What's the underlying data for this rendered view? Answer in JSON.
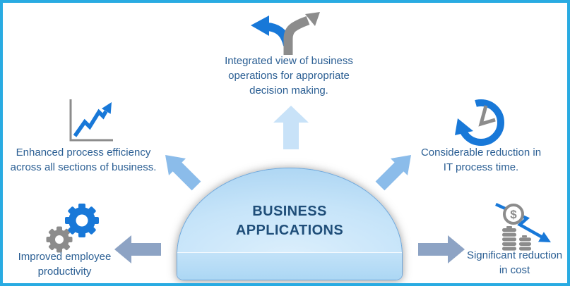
{
  "title": {
    "lines": [
      "BUSINESS",
      "APPLICATIONS"
    ]
  },
  "benefits": {
    "top": {
      "icon": "split-arrows-icon",
      "lines": [
        "Integrated view of business",
        "operations for appropriate",
        "decision making."
      ]
    },
    "upper_left": {
      "icon": "growth-chart-icon",
      "lines": [
        "Enhanced process efficiency",
        "across all sections of business."
      ]
    },
    "lower_left": {
      "icon": "gears-icon",
      "lines": [
        "Improved employee",
        "productivity"
      ]
    },
    "upper_right": {
      "icon": "history-clock-icon",
      "lines": [
        "Considerable reduction in",
        "IT process time."
      ]
    },
    "lower_right": {
      "icon": "cost-reduction-icon",
      "lines": [
        "Significant reduction",
        "in cost"
      ]
    }
  },
  "icons": {
    "cost_symbol": "$"
  },
  "colors": {
    "frame_border": "#29ABE2",
    "icon_blue": "#1878D8",
    "icon_gray": "#8C8C8C",
    "label_text": "#2A5E93",
    "dome_title_text": "#1F4E79",
    "dome_fill_light": "#DCEFFC",
    "dome_fill_edge": "#8CC2EB",
    "arrow_light_blue": "#C8E2F8",
    "arrow_medium_blue": "#8BBCEA",
    "arrow_gray_blue": "#8DA3C4"
  }
}
